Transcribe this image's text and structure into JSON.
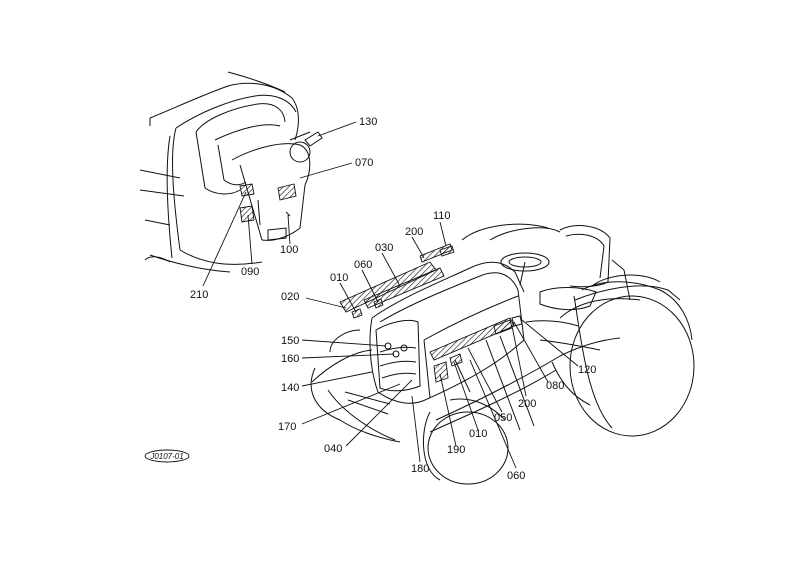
{
  "diagram_code": "J0107-01",
  "callouts": {
    "c130": "130",
    "c070": "070",
    "c100": "100",
    "c090": "090",
    "c210": "210",
    "c110": "110",
    "c200a": "200",
    "c030": "030",
    "c060a": "060",
    "c010a": "010",
    "c020": "020",
    "c150": "150",
    "c160": "160",
    "c140": "140",
    "c170": "170",
    "c040": "040",
    "c180": "180",
    "c190": "190",
    "c010b": "010",
    "c050": "050",
    "c060b": "060",
    "c200b": "200",
    "c080": "080",
    "c120": "120"
  }
}
